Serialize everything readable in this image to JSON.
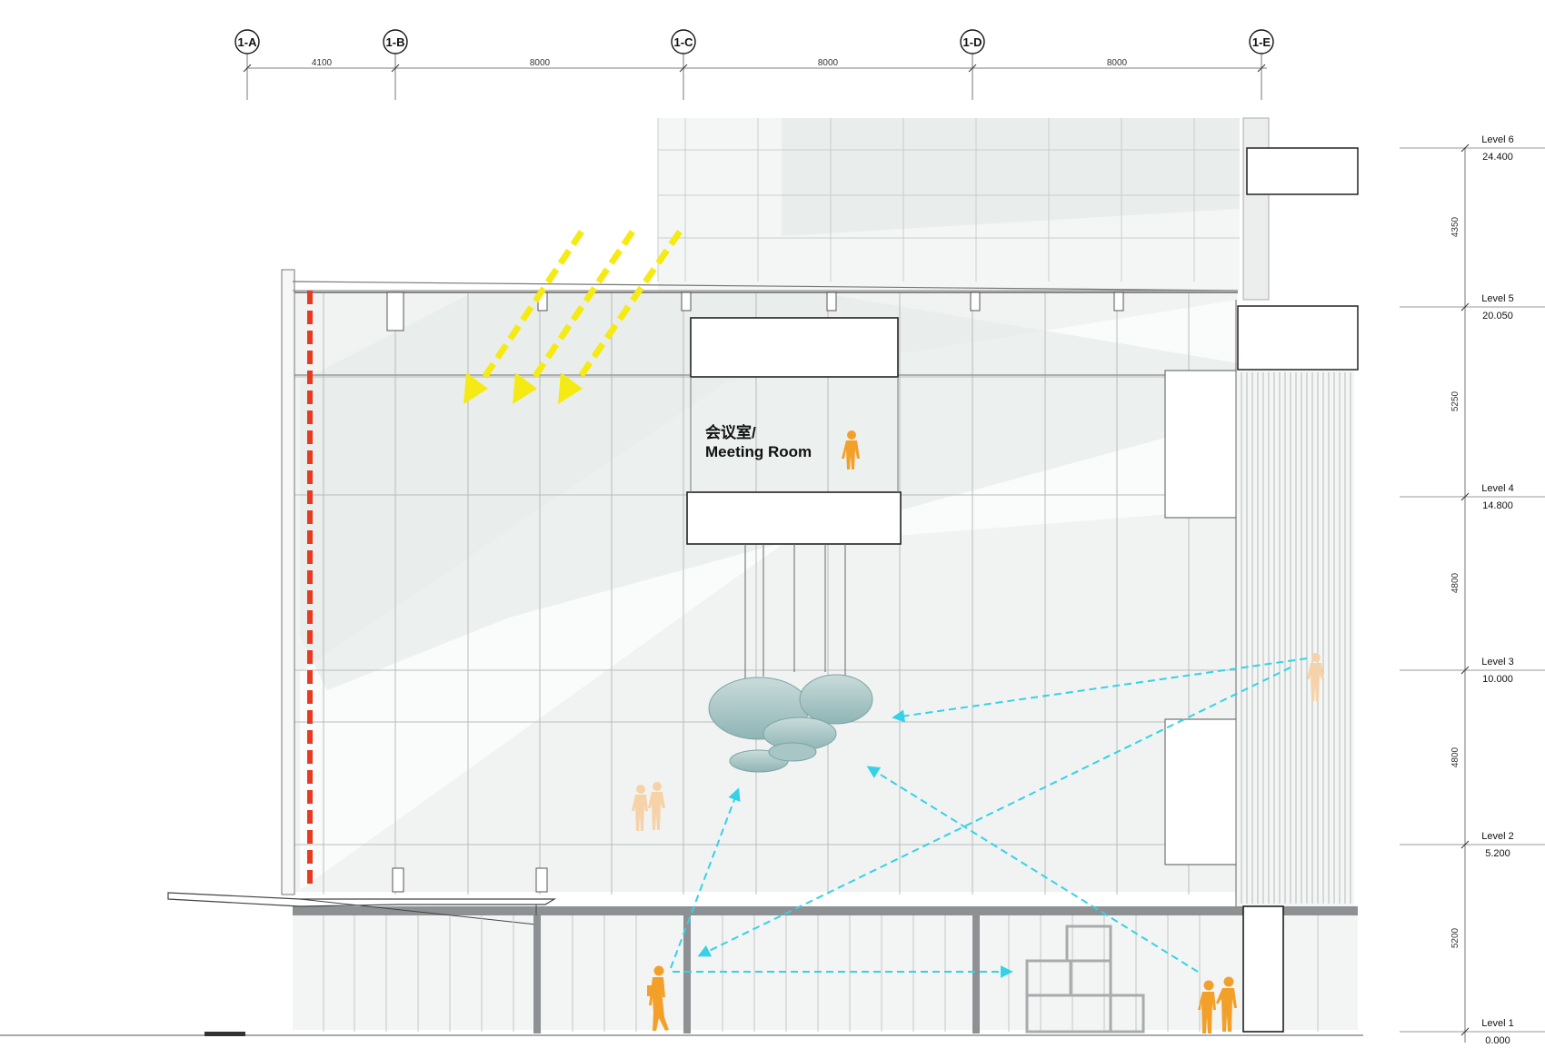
{
  "grid_axes": [
    {
      "id": "1-A"
    },
    {
      "id": "1-B"
    },
    {
      "id": "1-C"
    },
    {
      "id": "1-D"
    },
    {
      "id": "1-E"
    }
  ],
  "axis_spacings": [
    "4100",
    "8000",
    "8000",
    "8000"
  ],
  "levels": [
    {
      "name": "Level 6",
      "elevation": "24.400"
    },
    {
      "name": "Level 5",
      "elevation": "20.050"
    },
    {
      "name": "Level 4",
      "elevation": "14.800"
    },
    {
      "name": "Level 3",
      "elevation": "10.000"
    },
    {
      "name": "Level 2",
      "elevation": "5.200"
    },
    {
      "name": "Level 1",
      "elevation": "0.000"
    }
  ],
  "level_spacings": [
    "4350",
    "5250",
    "4800",
    "4800",
    "5200"
  ],
  "room_label": {
    "line1": "会议室/",
    "line2": "Meeting Room"
  },
  "colors": {
    "sun_arrows": "#f5ea14",
    "view_lines": "#35d1e8",
    "red_dash": "#e83a1f",
    "figures": "#f3a02a",
    "figures_faded": "#f6d2a8",
    "glass": "#eef1f0",
    "mullion": "#b8bcbc"
  }
}
